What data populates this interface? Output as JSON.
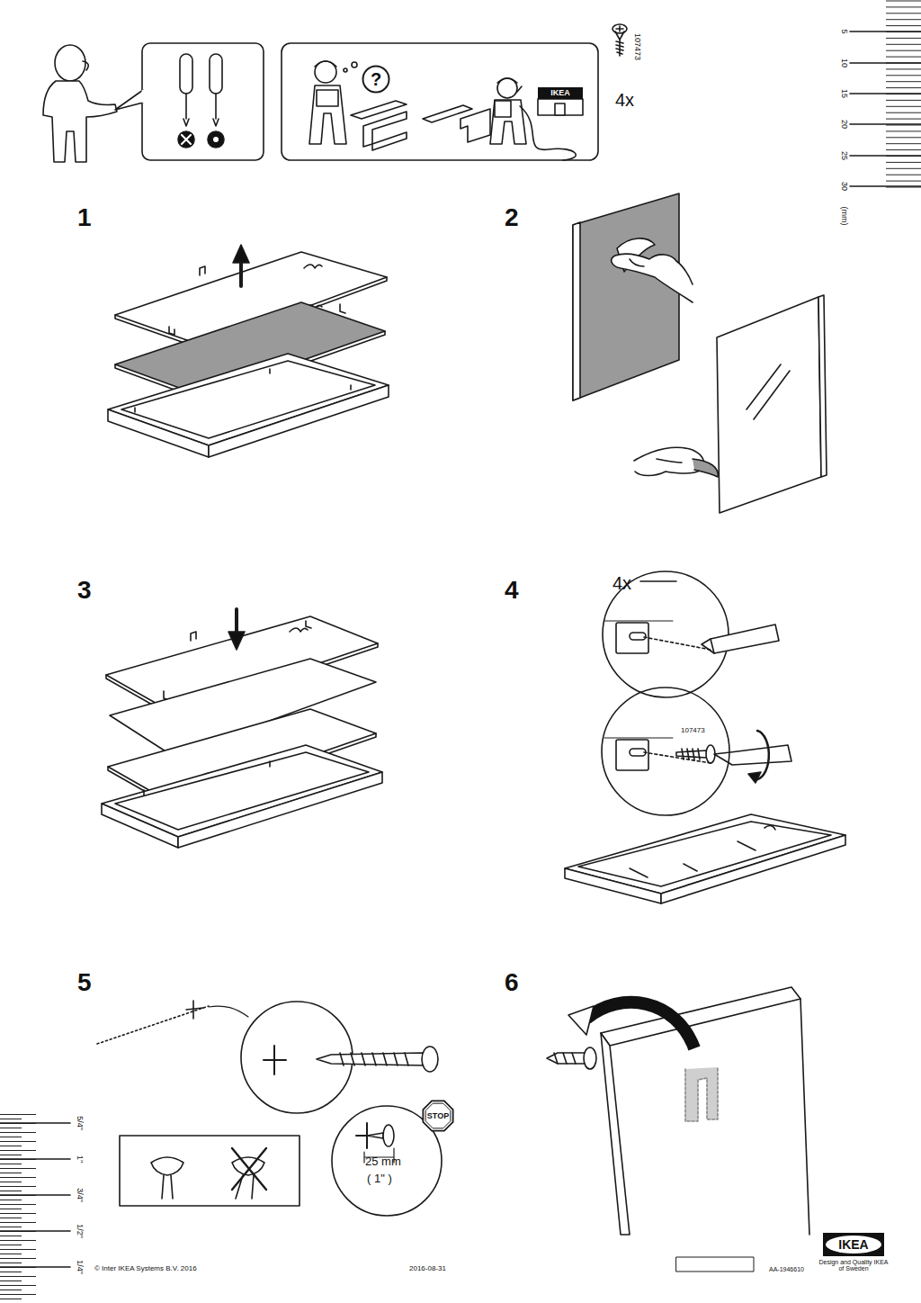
{
  "diagram": {
    "nodes": [
      {
        "text": [
          "?"
        ]
      },
      {
        "text": [
          "IKEA"
        ]
      },
      {
        "text": [
          "107473"
        ]
      },
      {
        "text": [
          "25 mm",
          "( 1\" )"
        ]
      },
      {
        "text": [
          "STOP"
        ]
      },
      {
        "text": [
          "IKEA"
        ]
      }
    ],
    "labels": [
      "107473",
      "4x",
      "1",
      "2",
      "3",
      "4",
      "4x",
      "5",
      "6",
      "5",
      "10",
      "15",
      "20",
      "25",
      "30",
      "(mm)",
      "5/4\"",
      "1\"",
      "3/4\"",
      "1/2\"",
      "1/4\"",
      "© Inter IKEA Systems B.V. 2016",
      "2016-08-31",
      "AA-1946610",
      "Design and Quality IKEA of Sweden"
    ]
  }
}
